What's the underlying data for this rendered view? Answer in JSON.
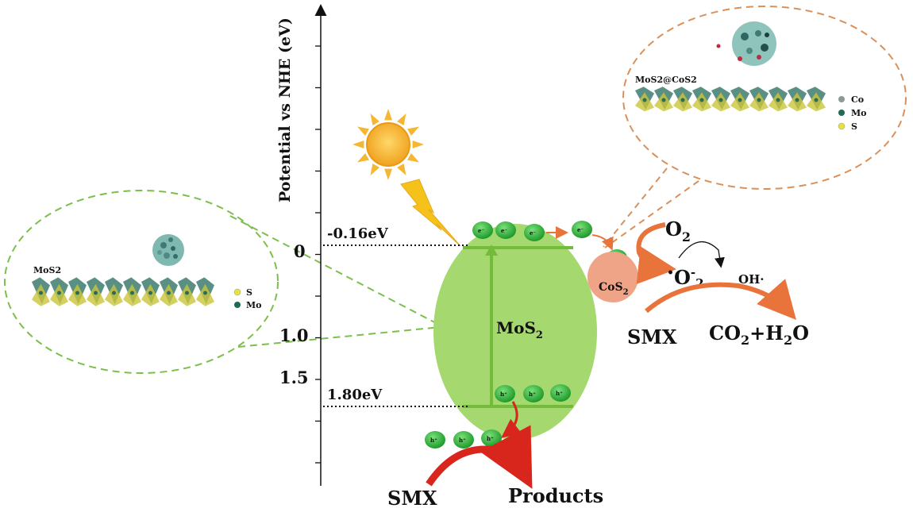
{
  "axis": {
    "title": "Potential vs NHE (eV)",
    "ticks": [
      "0",
      "1.0",
      "1.5"
    ]
  },
  "levels": {
    "cb_label": "-0.16eV",
    "vb_label": "1.80eV"
  },
  "semiconductor": {
    "label_main": "MoS",
    "label_sub": "2"
  },
  "cocatalyst": {
    "label_main": "CoS",
    "label_sub": "2"
  },
  "carriers": {
    "electron": "e⁻",
    "hole": "h⁺"
  },
  "reactions": {
    "o2_main": "O",
    "o2_sub": "2",
    "radical_dot": "•",
    "radical_o": "O",
    "radical_sup": "-",
    "radical_sub": "2",
    "hydroxyl": "OH·",
    "smx_top": "SMX",
    "product_co2": "CO",
    "product_co2_sub": "2",
    "product_plus_h": "+H",
    "product_h2o_sub": "2",
    "product_o": "O",
    "smx_bottom": "SMX",
    "products": "Products"
  },
  "inset_left": {
    "title": "MoS2",
    "legend": [
      {
        "label": "S",
        "color": "#e5e23a"
      },
      {
        "label": "Mo",
        "color": "#1f6b55"
      }
    ]
  },
  "inset_right": {
    "title": "MoS2@CoS2",
    "legend": [
      {
        "label": "Co",
        "color": "#8a9a94"
      },
      {
        "label": "Mo",
        "color": "#1f6b55"
      },
      {
        "label": "S",
        "color": "#e5e23a"
      }
    ]
  },
  "colors": {
    "ellipse_fill": "#a5d86e",
    "band_line": "#72bb3b",
    "particle": "#2fbe2f",
    "cos2_fill": "#f0a487",
    "arrow_orange": "#e8743b",
    "arrow_red": "#d9261c",
    "sun": "#f5b632",
    "bolt": "#f5c21b",
    "green_dash": "#7cbf4c",
    "orange_dash": "#d9905a"
  }
}
